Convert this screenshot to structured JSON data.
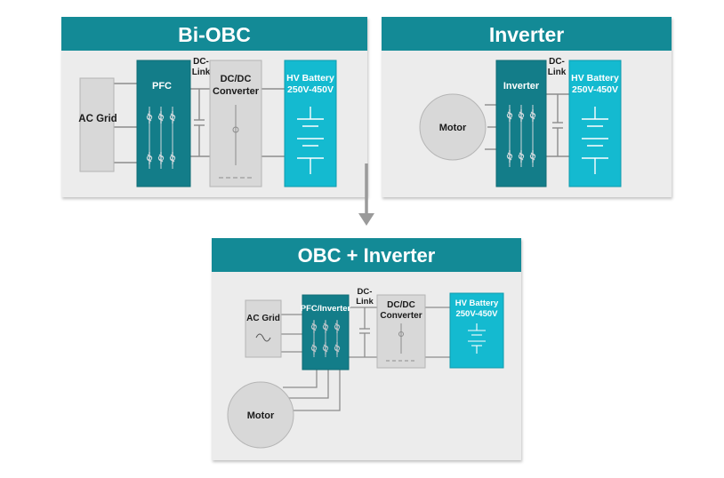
{
  "panels": {
    "bi_obc": {
      "title": "Bi-OBC",
      "ac_grid": "AC Grid",
      "pfc": "PFC",
      "dc_link": [
        "DC-",
        "Link"
      ],
      "dcdc": [
        "DC/DC",
        "Converter"
      ],
      "battery": [
        "HV Battery",
        "250V-450V"
      ]
    },
    "inverter": {
      "title": "Inverter",
      "motor": "Motor",
      "inverter": "Inverter",
      "dc_link": [
        "DC-",
        "Link"
      ],
      "battery": [
        "HV Battery",
        "250V-450V"
      ]
    },
    "combined": {
      "title": "OBC + Inverter",
      "ac_grid": "AC Grid",
      "pfc_inverter": "PFC/Inverter",
      "dc_link": [
        "DC-",
        "Link"
      ],
      "dcdc": [
        "DC/DC",
        "Converter"
      ],
      "battery": [
        "HV Battery",
        "250V-450V"
      ],
      "motor": "Motor"
    }
  },
  "colors": {
    "header": "#138a96",
    "dark_teal": "#137d89",
    "cyan": "#14bad0",
    "panel_bg": "#ececec",
    "box_gray": "#d8d8d8",
    "line": "#8c8c8c",
    "arrow": "#9a9a9a"
  },
  "icons": [
    "switch-icon",
    "capacitor-icon",
    "battery-icon",
    "ac-source-icon",
    "down-arrow-icon"
  ]
}
